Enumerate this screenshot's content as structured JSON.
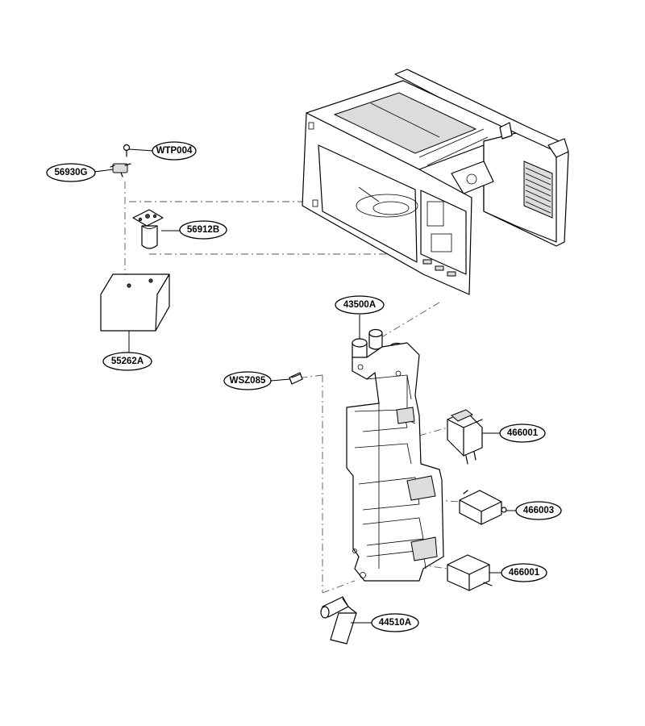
{
  "callouts": {
    "wtp004": "WTP004",
    "p56930g": "56930G",
    "p56912b": "56912B",
    "p55262a": "55262A",
    "p43500a": "43500A",
    "wsz085": "WSZ085",
    "p466001_top": "466001",
    "p466003": "466003",
    "p466001_bottom": "466001",
    "p44510a": "44510A"
  }
}
